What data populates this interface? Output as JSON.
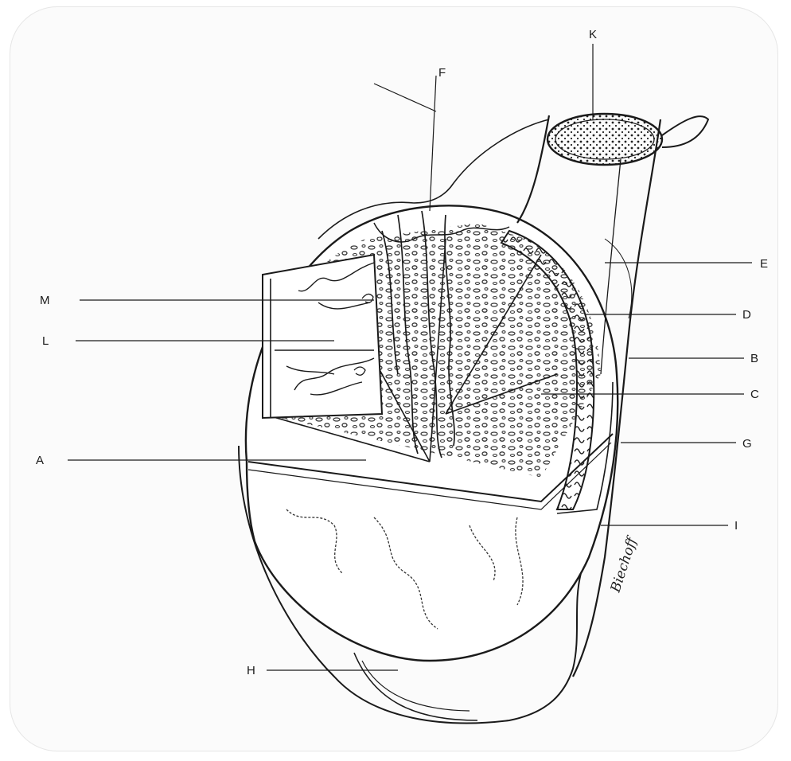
{
  "labels": {
    "A": "A",
    "B": "B",
    "C": "C",
    "D": "D",
    "E": "E",
    "F": "F",
    "G": "G",
    "H": "H",
    "I": "I",
    "K": "K",
    "L": "L",
    "M": "M"
  },
  "signature": "Biechoff",
  "background_lines": [
    "",
    "",
    "",
    "",
    "",
    "",
    "",
    "",
    "",
    "",
    "",
    "",
    "",
    "",
    "",
    "",
    "",
    ""
  ],
  "colors": {
    "ink": "#1a1a1a",
    "background": "#ffffff",
    "faded_text": "#c9c9c9"
  }
}
